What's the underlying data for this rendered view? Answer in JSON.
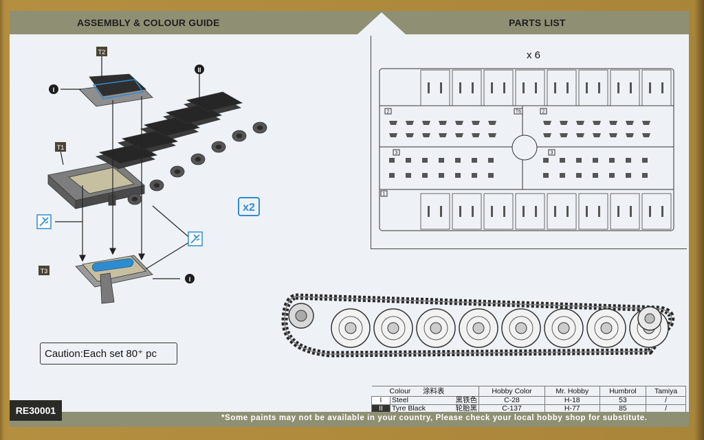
{
  "header": {
    "left_title": "ASSEMBLY & COLOUR GUIDE",
    "right_title": "PARTS LIST"
  },
  "assembly": {
    "labels": {
      "t2": "T2",
      "t1": "T1",
      "t3": "T3",
      "roman_i": "I",
      "roman_ii": "II"
    },
    "multiplier": "x2",
    "caution": "Caution:Each set 80⁺ pc"
  },
  "parts": {
    "multiplier": "x 6",
    "sprue_numbers": [
      "2",
      "2",
      "3",
      "3",
      "1"
    ],
    "sprue_tag": "T6"
  },
  "colour_table": {
    "headers": [
      "Colour",
      "涂料表",
      "Hobby Color",
      "Mr. Hobby",
      "Humbrol",
      "Tamiya"
    ],
    "rows": [
      {
        "num": "I",
        "name": "Steel",
        "cn": "黑铁色",
        "hobby": "C-28",
        "mr": "H-18",
        "humbrol": "53",
        "tamiya": "/"
      },
      {
        "num": "II",
        "name": "Tyre Black",
        "cn": "轮胎黑",
        "hobby": "C-137",
        "mr": "H-77",
        "humbrol": "85",
        "tamiya": "/"
      }
    ]
  },
  "footer": {
    "code": "RE30001",
    "note": "*Some paints may not be available in your country, Please check your local hobby shop for substitute."
  },
  "colors": {
    "header_band": "#8f8f74",
    "frame": "#b08d3e",
    "panel": "#eef2f6",
    "accent_blue": "#2f8bd0"
  }
}
